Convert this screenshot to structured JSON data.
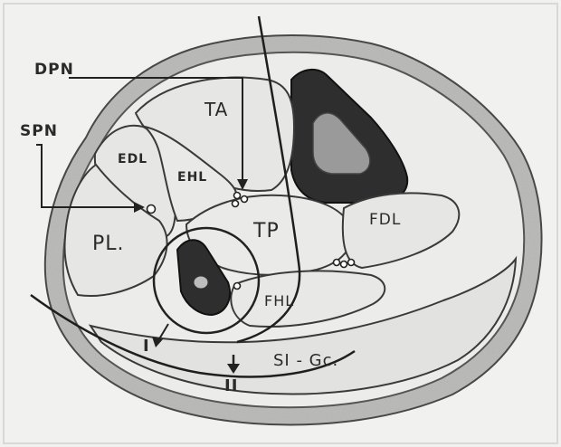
{
  "colors": {
    "paper": "#f1f1ef",
    "pencil": "#2a2a2a",
    "shade": "#9a9a9a",
    "muscle": "#e7e7e5",
    "bone": "#2e2e2e"
  },
  "labels": {
    "dpn": "DPN",
    "spn": "SPN",
    "ta": "TA",
    "edl": "EDL",
    "ehl": "EHL",
    "tp": "TP",
    "fdl": "FDL",
    "pl": "PL.",
    "fhl": "FHL",
    "si_gc": "SI - Gc.",
    "marker_1": "I",
    "marker_2": "II"
  }
}
